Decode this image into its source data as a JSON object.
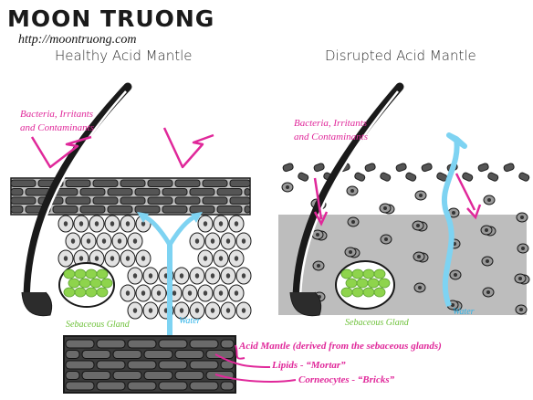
{
  "brand": {
    "name": "MOON TRUONG",
    "url": "http://moontruong.com"
  },
  "panels": {
    "healthy": {
      "title": "Healthy Acid Mantle",
      "threat_label_line1": "Bacteria, Irritants",
      "threat_label_line2": "and Contaminants",
      "gland_label": "Sebaceous Gland",
      "water_label": "Water"
    },
    "disrupted": {
      "title": "Disrupted Acid Mantle",
      "threat_label_line1": "Bacteria, Irritants",
      "threat_label_line2": "and Contaminants",
      "gland_label": "Sebaceous Gland",
      "water_label": "Water"
    }
  },
  "legend": {
    "acid_mantle": "Acid Mantle (derived from the sebaceous glands)",
    "lipids": "Lipids - “Mortar”",
    "corneocytes": "Corneocytes - “Bricks”"
  },
  "colors": {
    "threat_arrow": "#e0289a",
    "gland": "#8ed44c",
    "water": "#7ed3f2",
    "cell_fill": "#e2e2e2",
    "brick_fill": "#555555",
    "ink": "#1a1a1a"
  }
}
